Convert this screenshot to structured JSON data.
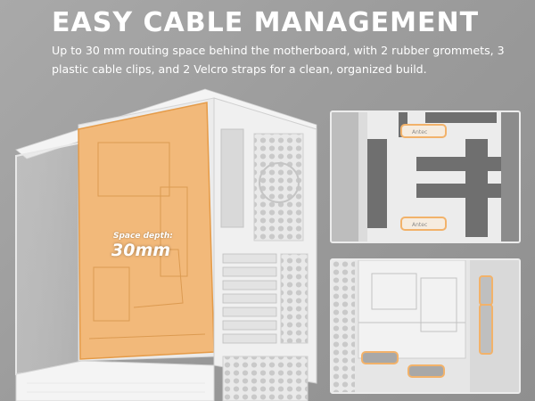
{
  "header": {
    "title": "EASY CABLE MANAGEMENT",
    "subtitle": "Up to 30 mm routing space behind the motherboard, with 2 rubber grommets, 3 plastic cable clips, and 2 Velcro straps for a clean, organized build."
  },
  "callout": {
    "label": "Space depth:",
    "value": "30mm"
  },
  "insets": {
    "clips_brand": "Antec"
  },
  "colors": {
    "background": "#9f9f9f",
    "highlight": "#f2b26a",
    "case_white": "#f2f2f2",
    "text": "#ffffff"
  }
}
